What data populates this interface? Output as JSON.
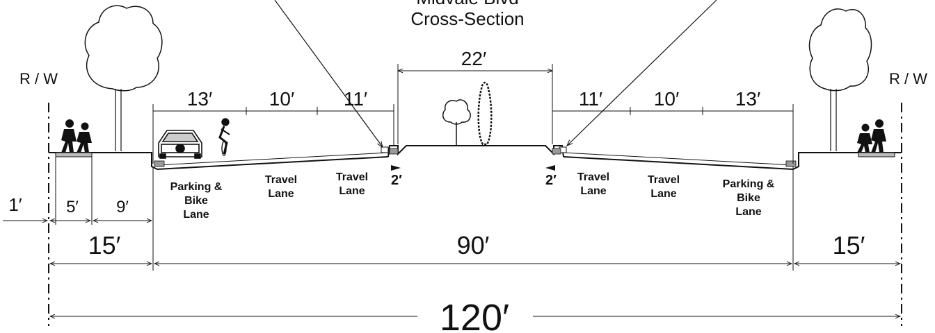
{
  "title": {
    "line1": "Midvale Blvd",
    "line2": "Cross-Section"
  },
  "row_markers": {
    "left": "R / W",
    "right": "R / W"
  },
  "upper_dimensions": {
    "median": "22′",
    "left_parking": "13′",
    "left_lane_outer": "10′",
    "left_lane_inner": "11′",
    "right_lane_inner": "11′",
    "right_lane_outer": "10′",
    "right_parking": "13′"
  },
  "gutters": {
    "left": "2′",
    "right": "2′"
  },
  "lane_labels": {
    "left_parking": [
      "Parking &",
      "Bike",
      "Lane"
    ],
    "left_travel_outer": [
      "Travel",
      "Lane"
    ],
    "left_travel_inner": [
      "Travel",
      "Lane"
    ],
    "right_travel_inner": [
      "Travel",
      "Lane"
    ],
    "right_travel_outer": [
      "Travel",
      "Lane"
    ],
    "right_parking": [
      "Parking &",
      "Bike",
      "Lane"
    ]
  },
  "lower_dimensions": {
    "offset": "1′",
    "sidewalk": "5′",
    "terrace": "9′",
    "left_side": "15′",
    "roadway": "90′",
    "right_side": "15′",
    "total": "120′"
  }
}
